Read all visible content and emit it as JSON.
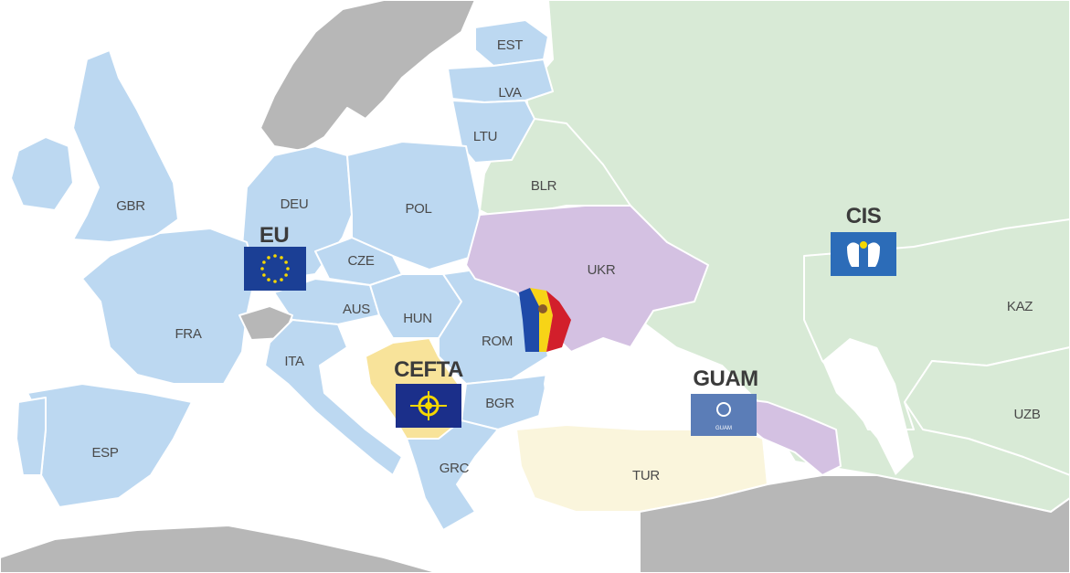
{
  "colors": {
    "eu": "#bcd8f1",
    "cis": "#d8ead6",
    "guam": "#d4c1e2",
    "cefta": "#f8e39a",
    "turkey": "#faf5dc",
    "other": "#b7b7b7",
    "eu_flag": "#1b3f95",
    "cefta_flag": "#1b2f8a",
    "cis_flag": "#2c6cb8",
    "guam_flag": "#5b7db7",
    "moldova_blue": "#1f4aa8",
    "moldova_yellow": "#f7d417",
    "moldova_red": "#d21f2b"
  },
  "organizations": {
    "eu": {
      "name": "EU",
      "icon": "eu-flag-icon"
    },
    "cefta": {
      "name": "CEFTA",
      "icon": "cefta-flag-icon"
    },
    "cis": {
      "name": "CIS",
      "icon": "cis-flag-icon"
    },
    "guam": {
      "name": "GUAM",
      "icon": "guam-flag-icon",
      "flag_text": "GUAM"
    }
  },
  "countries": {
    "est": "EST",
    "lva": "LVA",
    "ltu": "LTU",
    "blr": "BLR",
    "gbr": "GBR",
    "deu": "DEU",
    "pol": "POL",
    "cze": "CZE",
    "aus": "AUS",
    "hun": "HUN",
    "ukr": "UKR",
    "rom": "ROM",
    "fra": "FRA",
    "ita": "ITA",
    "bgr": "BGR",
    "esp": "ESP",
    "grc": "GRC",
    "tur": "TUR",
    "kaz": "KAZ",
    "uzb": "UZB"
  },
  "highlight_icon": "moldova-flag-icon"
}
